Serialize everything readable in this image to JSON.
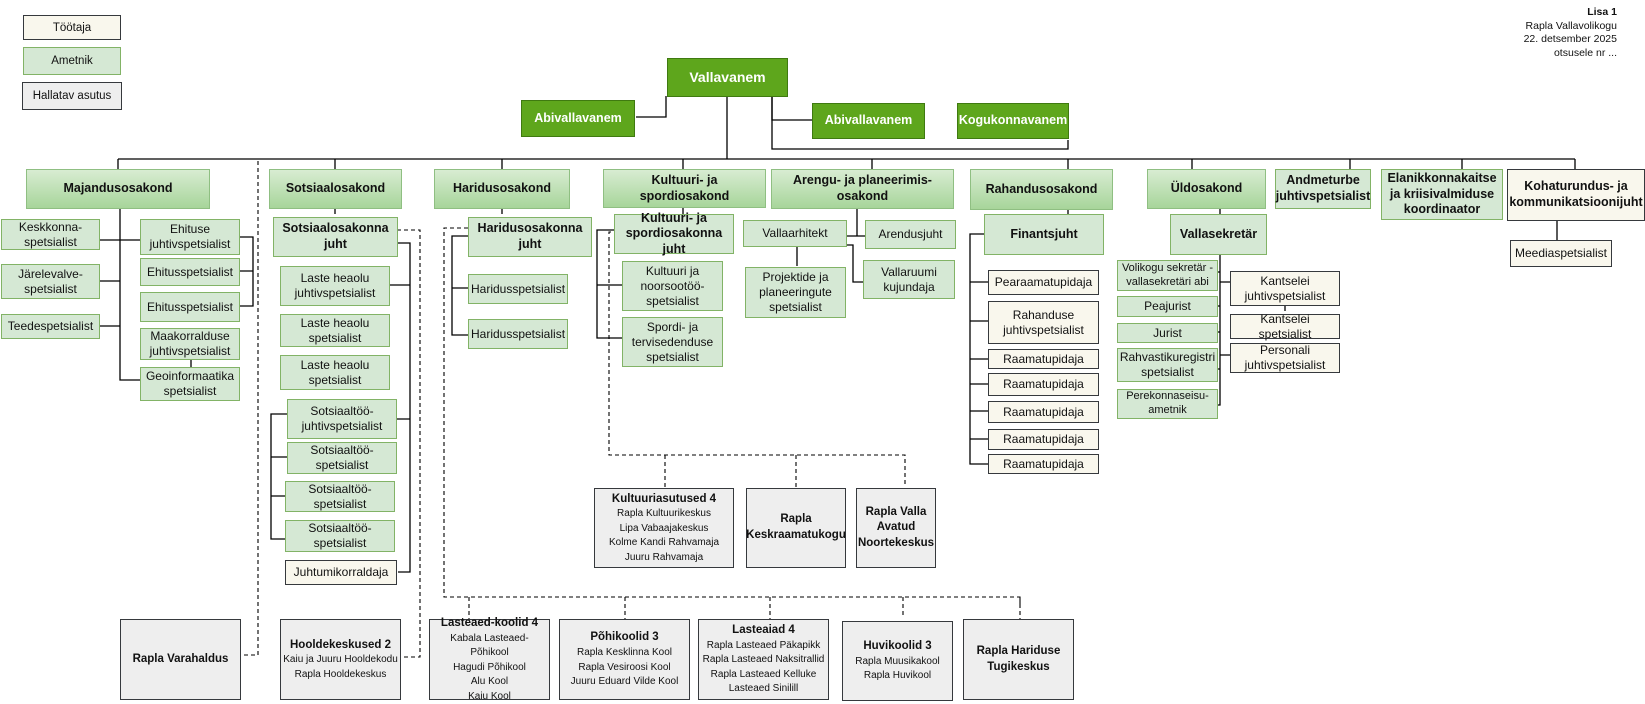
{
  "legend": {
    "tootaja": "Töötaja",
    "ametnik": "Ametnik",
    "hallatav": "Hallatav asutus"
  },
  "note": {
    "title": "Lisa 1",
    "line1": "Rapla Vallavolikogu",
    "line2": "22. detsember 2025",
    "line3": "otsusele nr ..."
  },
  "colors": {
    "leadership": "#5ea61c",
    "ametnik": "#d5e8d4",
    "tootaja": "#f9f7ed",
    "hallatav": "#eeeeee"
  },
  "top": {
    "vallavanem": "Vallavanem",
    "abivallavanem_left": "Abivallavanem",
    "abivallavanem_right": "Abivallavanem",
    "kogukonnavanem": "Kogukonnavanem"
  },
  "majandus": {
    "dept": "Majandusosakond",
    "left": [
      "Keskkonna-spetsialist",
      "Järelevalve-spetsialist",
      "Teedespetsialist"
    ],
    "right": [
      "Ehituse juhtivspetsialist",
      "Ehitusspetsialist",
      "Ehitusspetsialist",
      "Maakorralduse juhtivspetsialist",
      "Geoinformaatika spetsialist"
    ]
  },
  "sotsiaal": {
    "dept": "Sotsiaalosakond",
    "head": "Sotsiaalosakonna juht",
    "staff": [
      "Laste heaolu juhtivspetsialist",
      "Laste heaolu spetsialist",
      "Laste heaolu spetsialist",
      "Sotsiaaltöö-juhtivspetsialist",
      "Sotsiaaltöö-spetsialist",
      "Sotsiaaltöö-spetsialist",
      "Sotsiaaltöö-spetsialist"
    ],
    "juhtumikorraldaja": "Juhtumikorraldaja"
  },
  "haridus": {
    "dept": "Haridusosakond",
    "head": "Haridusosakonna juht",
    "staff": [
      "Haridusspetsialist",
      "Haridusspetsialist"
    ]
  },
  "kultuur": {
    "dept": "Kultuuri- ja spordiosakond",
    "head": "Kultuuri- ja spordiosakonna juht",
    "staff": [
      "Kultuuri ja noorsootöö-spetsialist",
      "Spordi- ja tervisedenduse spetsialist"
    ]
  },
  "arengu": {
    "dept": "Arengu- ja planeerimis-osakond",
    "staff": [
      "Vallaarhitekt",
      "Arendusjuht",
      "Projektide ja planeeringute spetsialist",
      "Vallaruumi kujundaja"
    ]
  },
  "rahandus": {
    "dept": "Rahandusosakond",
    "head": "Finantsjuht",
    "staff": [
      "Pearaamatupidaja",
      "Rahanduse juhtivspetsialist",
      "Raamatupidaja",
      "Raamatupidaja",
      "Raamatupidaja",
      "Raamatupidaja",
      "Raamatupidaja"
    ]
  },
  "yld": {
    "dept": "Üldosakond",
    "head": "Vallasekretär",
    "left": [
      "Volikogu sekretär - vallasekretäri abi",
      "Peajurist",
      "Jurist",
      "Rahvastikuregistri spetsialist",
      "Perekonnaseisu-ametnik"
    ],
    "right": [
      "Kantselei juhtivspetsialist",
      "Kantselei spetsialist",
      "Personali juhtivspetsialist"
    ]
  },
  "other": {
    "andmeturve": "Andmeturbe juhtivspetsialist",
    "elanikkonnakaitse": "Elanikkonnakaitse ja kriisivalmiduse koordinaator",
    "kohaturundus": "Kohaturundus- ja kommunikatsioonijuht",
    "meedia": "Meediaspetsialist"
  },
  "asutused": {
    "kultuuriasutused": {
      "title": "Kultuuriasutused 4",
      "items": [
        "Rapla Kultuurikeskus",
        "Lipa Vabaajakeskus",
        "Kolme Kandi Rahvamaja",
        "Juuru Rahvamaja"
      ]
    },
    "keskraamatukogu": "Rapla Keskraamatukogu",
    "noortekeskus": "Rapla Valla Avatud Noortekeskus",
    "varahaldus": "Rapla Varahaldus",
    "hooldekeskused": {
      "title": "Hooldekeskused 2",
      "items": [
        "Kaiu ja Juuru Hooldekodu",
        "Rapla Hooldekeskus"
      ]
    },
    "lasteaedkoolid": {
      "title": "Lasteaed-koolid 4",
      "items": [
        "Kabala Lasteaed-Põhikool",
        "Hagudi Põhikool",
        "Alu Kool",
        "Kaiu Kool"
      ]
    },
    "pohikoolid": {
      "title": "Põhikoolid 3",
      "items": [
        "Rapla Kesklinna Kool",
        "Rapla Vesiroosi Kool",
        "Juuru Eduard Vilde Kool"
      ]
    },
    "lasteaiad": {
      "title": "Lasteaiad 4",
      "items": [
        "Rapla Lasteaed Päkapikk",
        "Rapla Lasteaed Naksitrallid",
        "Rapla Lasteaed Kelluke",
        "Lasteaed Sinilill"
      ]
    },
    "huvikoolid": {
      "title": "Huvikoolid 3",
      "items": [
        "Rapla Muusikakool",
        "Rapla Huvikool"
      ]
    },
    "tugikeskus": "Rapla Hariduse Tugikeskus"
  }
}
